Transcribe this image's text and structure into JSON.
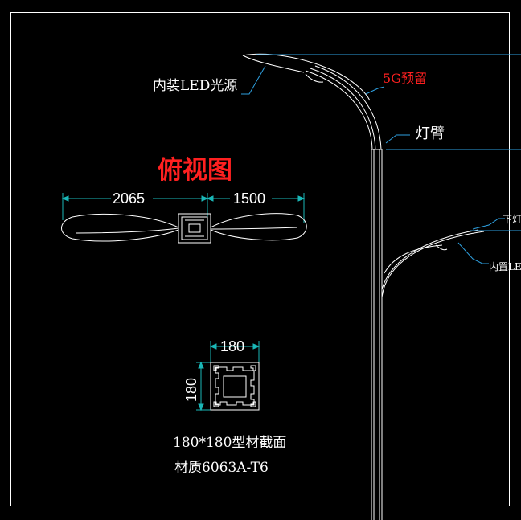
{
  "labels": {
    "led_inside": "内装LED光源",
    "reserve_5g": "5G预留",
    "lamp_arm": "灯臂",
    "top_view": "俯视图",
    "lower_arm": "下灯",
    "led_builtin": "内置LED",
    "section_title": "180*180型材截面",
    "material": "材质6063A-T6"
  },
  "dimensions": {
    "top_view_left": "2065",
    "top_view_right": "1500",
    "profile_width": "180",
    "profile_height": "180"
  },
  "colors": {
    "background": "#000000",
    "lines": "#ffffff",
    "leader": "#2ea0e0",
    "dimension": "#1ab7b7",
    "highlight": "#ff2020"
  }
}
